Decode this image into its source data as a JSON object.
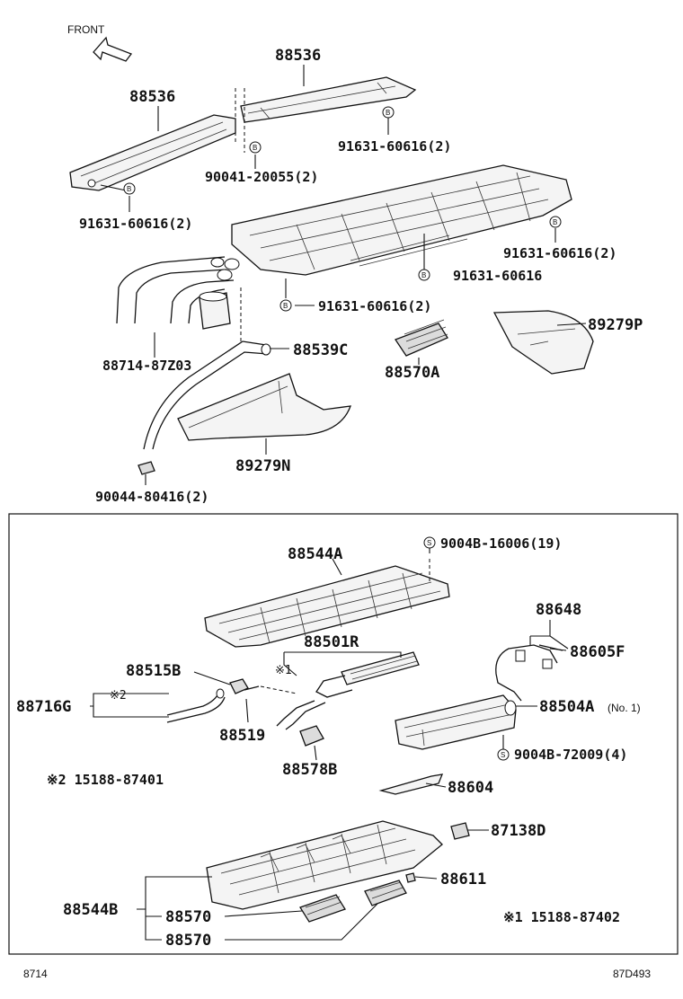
{
  "header": {
    "front_label": "FRONT"
  },
  "labels": {
    "p88536_top": "88536",
    "p88536_left": "88536",
    "p91631_2_top": "91631-60616(2)",
    "p90041": "90041-20055(2)",
    "p91631_2_left": "91631-60616(2)",
    "p91631_2_right": "91631-60616(2)",
    "p91631_mid": "91631-60616",
    "p91631_2_low": "91631-60616(2)",
    "p89279P": "89279P",
    "p88539C": "88539C",
    "p88714": "88714-87Z03",
    "p88570A": "88570A",
    "p89279N": "89279N",
    "p90044": "90044-80416(2)",
    "p88544A": "88544A",
    "p9004B_16006": "9004B-16006(19)",
    "p88648": "88648",
    "p88605F": "88605F",
    "p88501R": "88501R",
    "p88515B": "88515B",
    "mark1": "※1",
    "mark2": "※2",
    "p88716G": "88716G",
    "p88519": "88519",
    "p88504A": "88504A",
    "p88504A_sub": "(No. 1)",
    "p9004B_72009": "9004B-72009(4)",
    "p88578B": "88578B",
    "note2": "※2 15188-87401",
    "p88604": "88604",
    "p87138D": "87138D",
    "p88611": "88611",
    "p88544B": "88544B",
    "p88570_a": "88570",
    "p88570_b": "88570",
    "note1": "※1 15188-87402"
  },
  "symbols": {
    "b": "B",
    "s": "S"
  },
  "footer": {
    "left": "8714",
    "right": "87D493"
  }
}
